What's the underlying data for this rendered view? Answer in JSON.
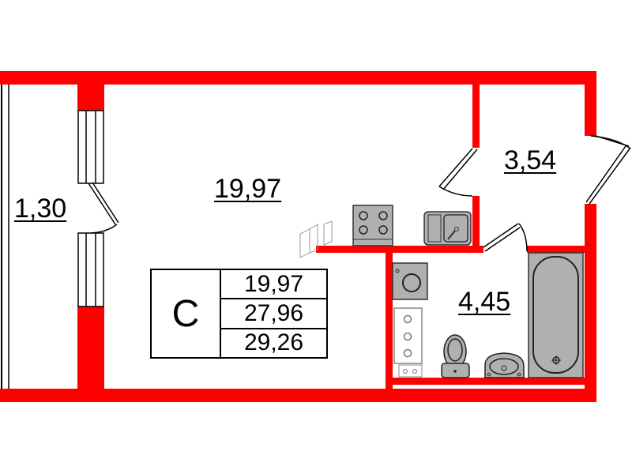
{
  "plan": {
    "wall_color": "#ff0000",
    "fixture_fill": "#b0b0b0",
    "rooms": [
      {
        "id": "balcony",
        "area": "1,30"
      },
      {
        "id": "living-room",
        "area": "19,97"
      },
      {
        "id": "hallway",
        "area": "3,54"
      },
      {
        "id": "bathroom",
        "area": "4,45"
      }
    ]
  },
  "legend": {
    "apartment_type": "С",
    "living_area": "19,97",
    "total_area": "27,96",
    "total_area_with_balcony": "29,26"
  }
}
